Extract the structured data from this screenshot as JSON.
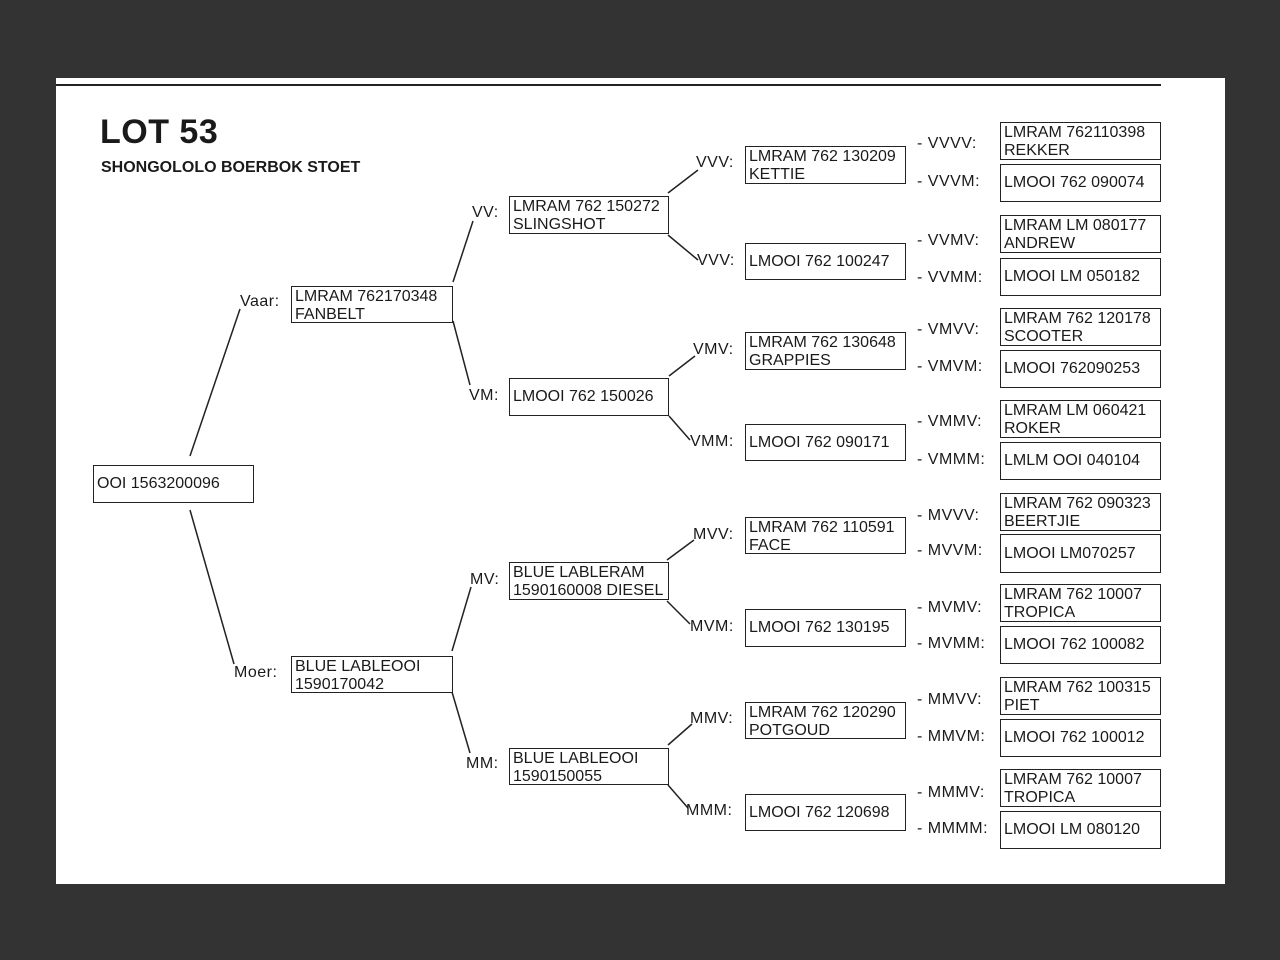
{
  "title": "LOT 53",
  "subtitle": "SHONGOLOLO BOERBOK STOET",
  "root": {
    "line1": "OOI 1563200096"
  },
  "gen1": {
    "vaar": {
      "label": "Vaar:",
      "line1": "LMRAM 762170348",
      "line2": "FANBELT"
    },
    "moer": {
      "label": "Moer:",
      "line1": "BLUE LABLEOOI",
      "line2": "1590170042"
    }
  },
  "gen2": {
    "vv": {
      "label": "VV:",
      "line1": "LMRAM 762 150272",
      "line2": "SLINGSHOT"
    },
    "vm": {
      "label": "VM:",
      "line1": "LMOOI 762 150026"
    },
    "mv": {
      "label": "MV:",
      "line1": "BLUE LABLERAM",
      "line2": "1590160008 DIESEL"
    },
    "mm": {
      "label": "MM:",
      "line1": "BLUE LABLEOOI",
      "line2": "1590150055"
    }
  },
  "gen3": {
    "vvv1": {
      "label": "VVV:",
      "line1": "LMRAM 762 130209",
      "line2": "KETTIE"
    },
    "vvv2": {
      "label": "VVV:",
      "line1": "LMOOI 762 100247"
    },
    "vmv": {
      "label": "VMV:",
      "line1": "LMRAM 762 130648",
      "line2": "GRAPPIES"
    },
    "vmm": {
      "label": "VMM:",
      "line1": "LMOOI 762 090171"
    },
    "mvv": {
      "label": "MVV:",
      "line1": "LMRAM 762 110591",
      "line2": "FACE"
    },
    "mvm": {
      "label": "MVM:",
      "line1": "LMOOI 762 130195"
    },
    "mmv": {
      "label": "MMV:",
      "line1": "LMRAM 762 120290",
      "line2": "POTGOUD"
    },
    "mmm": {
      "label": "MMM:",
      "line1": "LMOOI 762 120698"
    }
  },
  "gen4": {
    "vvvv": {
      "label": "- VVVV:",
      "line1": "LMRAM 762110398",
      "line2": "REKKER"
    },
    "vvvm": {
      "label": "- VVVM:",
      "line1": "LMOOI 762 090074"
    },
    "vvmv": {
      "label": "- VVMV:",
      "line1": "LMRAM LM 080177",
      "line2": "ANDREW"
    },
    "vvmm": {
      "label": "- VVMM:",
      "line1": "LMOOI LM 050182"
    },
    "vmvv": {
      "label": "- VMVV:",
      "line1": "LMRAM 762 120178",
      "line2": "SCOOTER"
    },
    "vmvm": {
      "label": "- VMVM:",
      "line1": "LMOOI 762090253"
    },
    "vmmv": {
      "label": "- VMMV:",
      "line1": "LMRAM LM 060421",
      "line2": "ROKER"
    },
    "vmmm": {
      "label": "- VMMM:",
      "line1": "LMLM OOI 040104"
    },
    "mvvv": {
      "label": "- MVVV:",
      "line1": "LMRAM 762 090323",
      "line2": "BEERTJIE"
    },
    "mvvm": {
      "label": "- MVVM:",
      "line1": "LMOOI LM070257"
    },
    "mvmv": {
      "label": "- MVMV:",
      "line1": "LMRAM 762 10007",
      "line2": "TROPICA"
    },
    "mvmm": {
      "label": "- MVMM:",
      "line1": "LMOOI 762 100082"
    },
    "mmvv": {
      "label": "- MMVV:",
      "line1": "LMRAM 762 100315",
      "line2": "PIET"
    },
    "mmvm": {
      "label": "- MMVM:",
      "line1": "LMOOI 762 100012"
    },
    "mmmv": {
      "label": "- MMMV:",
      "line1": "LMRAM 762 10007",
      "line2": "TROPICA"
    },
    "mmmm": {
      "label": "- MMMM:",
      "line1": "LMOOI LM 080120"
    }
  }
}
